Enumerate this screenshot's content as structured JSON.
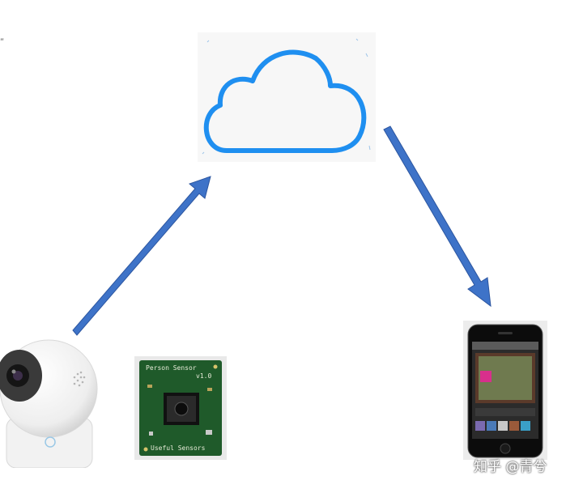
{
  "canvas_mark": "ʺ",
  "sensor_board": {
    "title": "Person Sensor",
    "version": "v1.0",
    "brand": "Useful Sensors"
  },
  "watermark": "知乎 @青兮",
  "colors": {
    "cloud_stroke": "#1f8ff0",
    "arrow_fill": "#3e73c8",
    "arrow_edge": "#2c56a0",
    "pcb_green": "#1f5a2a"
  },
  "icons": [
    "cloud-icon",
    "arrow-up-right-icon",
    "arrow-down-right-icon",
    "security-camera-icon",
    "person-sensor-board-icon",
    "smartphone-icon"
  ]
}
